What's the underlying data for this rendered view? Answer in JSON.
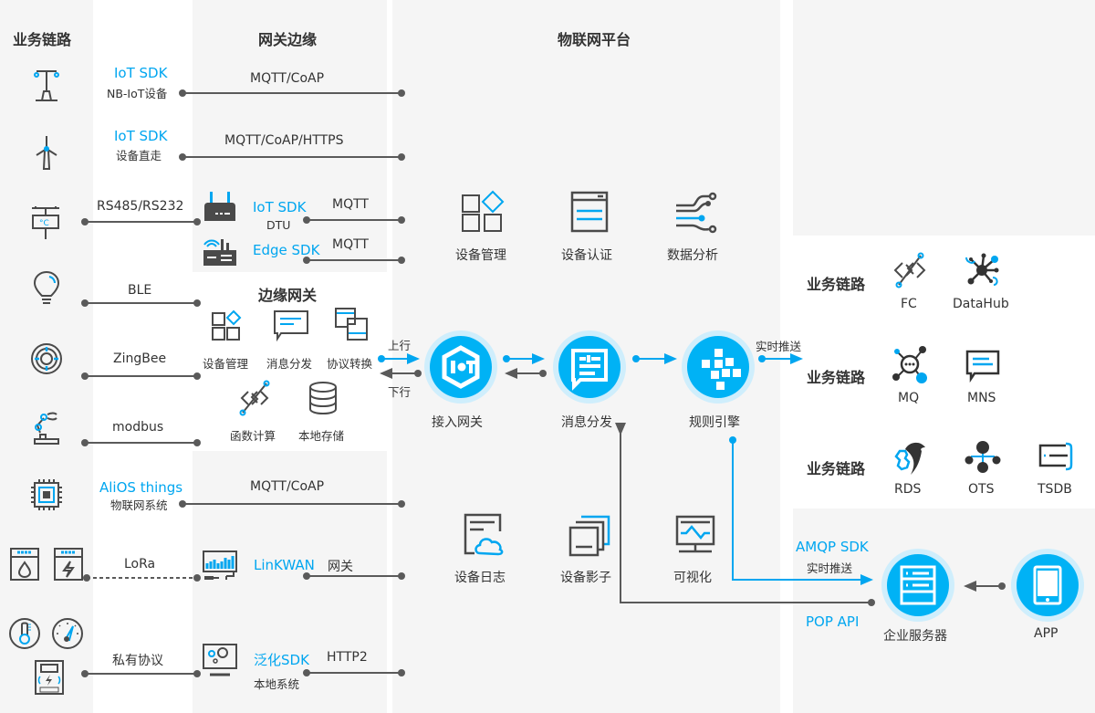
{
  "colors": {
    "accent": "#00a6f0",
    "dark": "#4a4a4a",
    "panel_bg": "#f5f5f5",
    "circle": "#00b2f5",
    "circle_halo": "#cfeefc"
  },
  "columns": {
    "business": "业务链路",
    "gateway_edge": "网关边缘",
    "iot_platform": "物联网平台"
  },
  "devices": [
    {
      "icon": "street-lamp-icon",
      "sdk": "IoT SDK",
      "sub": "NB-IoT设备",
      "protocol": "MQTT/CoAP"
    },
    {
      "icon": "wind-turbine-icon",
      "sdk": "IoT SDK",
      "sub": "设备直走",
      "protocol": "MQTT/CoAP/HTTPS"
    },
    {
      "icon": "thermometer-box-icon",
      "protocol": "RS485/RS232"
    },
    {
      "icon": "lightbulb-icon",
      "protocol": "BLE"
    },
    {
      "icon": "zigbee-target-icon",
      "protocol": "ZingBee"
    },
    {
      "icon": "robot-arm-icon",
      "protocol": "modbus"
    },
    {
      "icon": "chip-icon",
      "sdk": "AliOS things",
      "sub": "物联网系统",
      "protocol": "MQTT/CoAP"
    },
    {
      "icons": [
        "water-meter-icon",
        "power-meter-icon"
      ],
      "protocol": "LoRa"
    },
    {
      "icons": [
        "temperature-gauge-icon",
        "pressure-gauge-icon",
        "gprs-meter-icon"
      ],
      "protocol": "私有协议"
    }
  ],
  "gateways": {
    "dtu": {
      "sdk": "IoT SDK",
      "sub": "DTU",
      "protocol": "MQTT"
    },
    "edge": {
      "sdk": "Edge SDK",
      "protocol": "MQTT"
    },
    "linkwan": {
      "sdk": "LinKWAN",
      "sub": "网关"
    },
    "generic": {
      "sdk": "泛化SDK",
      "sub": "本地系统",
      "protocol": "HTTP2"
    }
  },
  "edge_gateway": {
    "title": "边缘网关",
    "features": [
      "设备管理",
      "消息分发",
      "协议转换",
      "函数计算",
      "本地存储"
    ]
  },
  "flow": {
    "up": "上行",
    "down": "下行",
    "realtime_push": "实时推送"
  },
  "platform": {
    "top_features": [
      "设备管理",
      "设备认证",
      "数据分析"
    ],
    "core": [
      "接入网关",
      "消息分发",
      "规则引擎"
    ],
    "bottom_features": [
      "设备日志",
      "设备影子",
      "可视化"
    ]
  },
  "business_links": {
    "label": "业务链路",
    "rows": [
      [
        "FC",
        "DataHub"
      ],
      [
        "MQ",
        "MNS"
      ],
      [
        "RDS",
        "OTS",
        "TSDB"
      ]
    ]
  },
  "enterprise": {
    "amqp_sdk": "AMQP SDK",
    "amqp_sub": "实时推送",
    "pop_api": "POP API",
    "server": "企业服务器",
    "app": "APP"
  }
}
